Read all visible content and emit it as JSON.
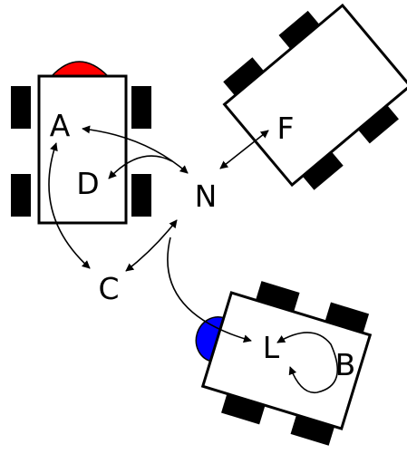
{
  "diagram": {
    "nodes": {
      "A": "A",
      "D": "D",
      "N": "N",
      "F": "F",
      "C": "C",
      "L": "L",
      "B": "B"
    },
    "colors": {
      "robot_red_cap": "#ff0000",
      "robot_green_cap": "#008000",
      "robot_blue_cap": "#0000ff",
      "wheel": "#000000",
      "outline": "#000000",
      "background": "#ffffff"
    }
  }
}
